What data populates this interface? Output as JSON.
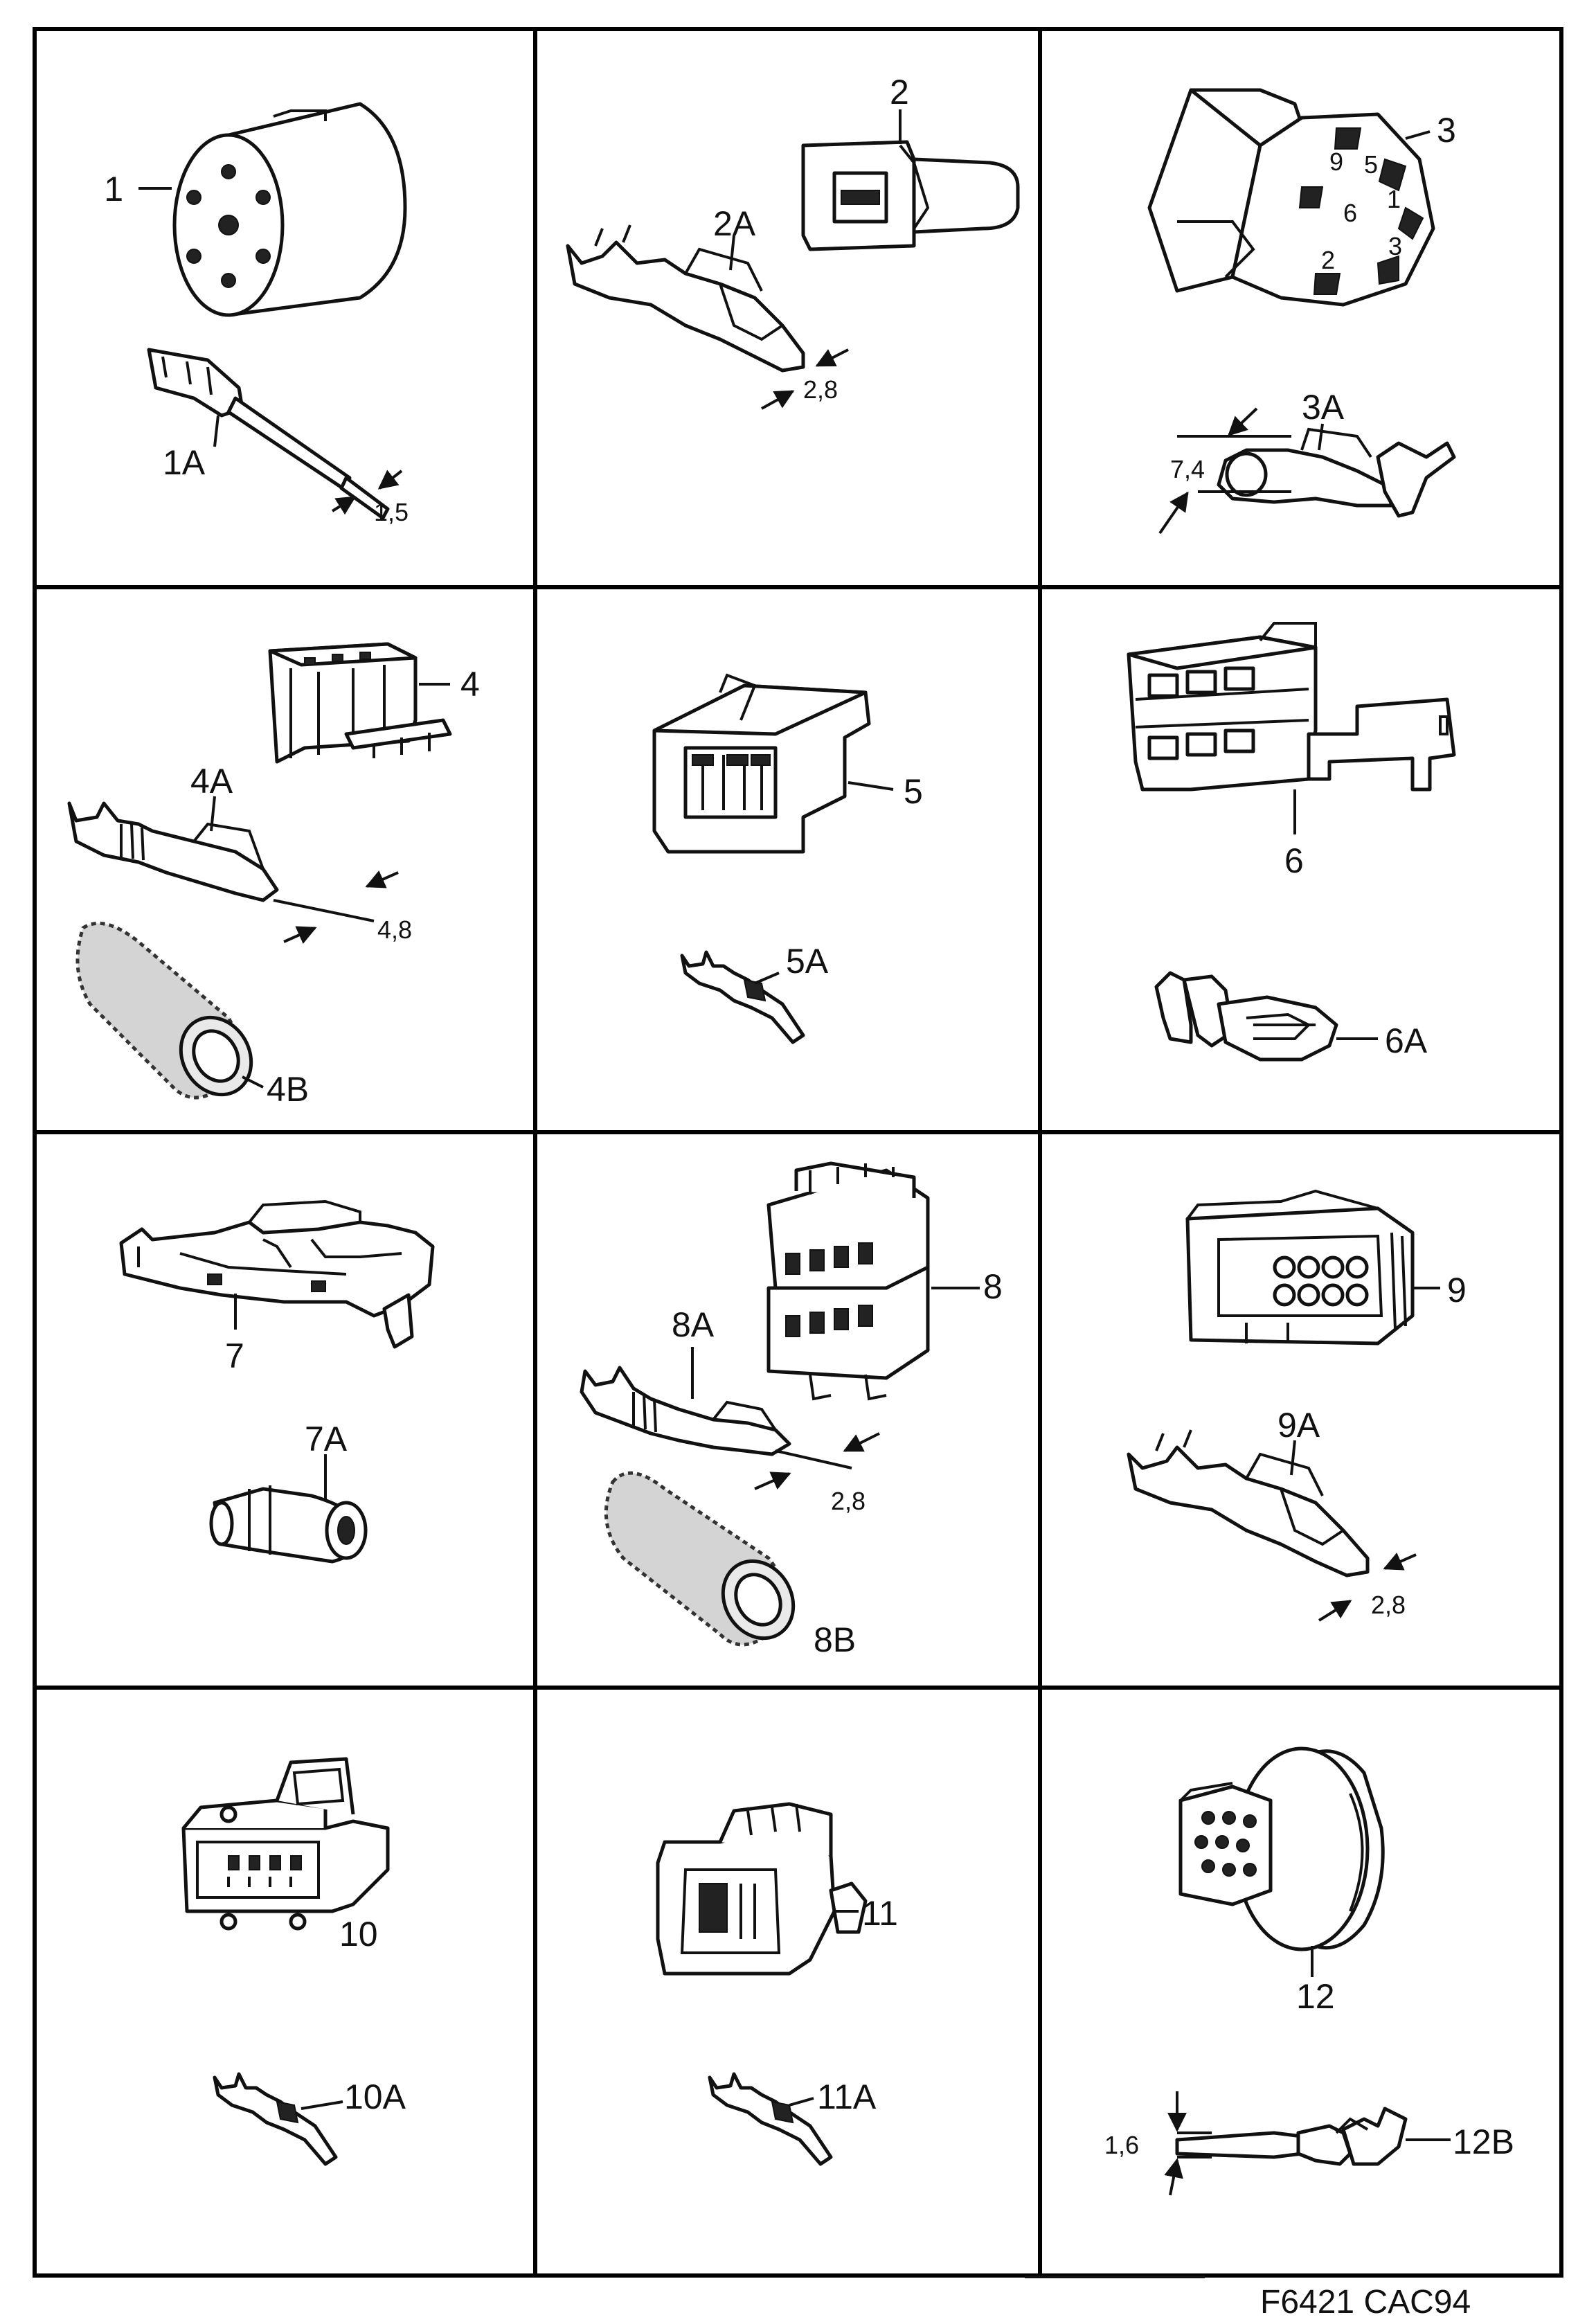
{
  "figure_code": "F6421 CAC94",
  "cells": {
    "c1": {
      "label": "1",
      "terminal": "1A",
      "dimension": "1,5"
    },
    "c2": {
      "label": "2",
      "terminal": "2A",
      "dimension": "2,8"
    },
    "c3": {
      "label": "3",
      "terminal": "3A",
      "dimension": "7,4",
      "pins": [
        "9",
        "5",
        "6",
        "1",
        "3",
        "2"
      ]
    },
    "c4": {
      "label": "4",
      "terminal": "4A",
      "dimension": "4,8",
      "sleeve": "4B"
    },
    "c5": {
      "label": "5",
      "terminal": "5A"
    },
    "c6": {
      "label": "6",
      "terminal": "6A"
    },
    "c7": {
      "label": "7",
      "terminal": "7A"
    },
    "c8": {
      "label": "8",
      "terminal": "8A",
      "dimension": "2,8",
      "sleeve": "8B"
    },
    "c9": {
      "label": "9",
      "terminal": "9A",
      "dimension": "2,8"
    },
    "c10": {
      "label": "10",
      "terminal": "10A"
    },
    "c11": {
      "label": "11",
      "terminal": "11A"
    },
    "c12": {
      "label": "12",
      "terminal": "12B",
      "dimension": "1,6"
    }
  }
}
